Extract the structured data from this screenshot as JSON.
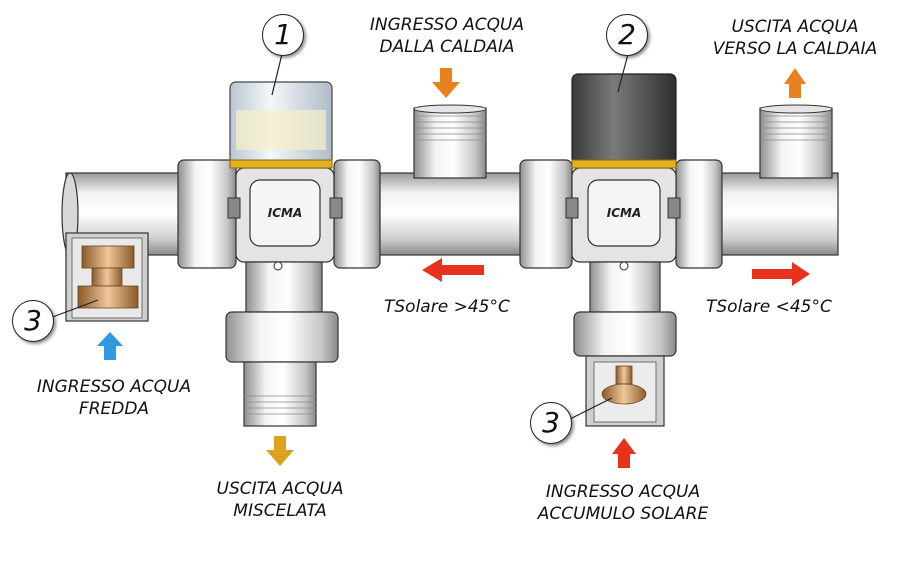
{
  "labels": {
    "inlet_boiler": [
      "INGRESSO ACQUA",
      "DALLA CALDAIA"
    ],
    "outlet_boiler": [
      "USCITA ACQUA",
      "VERSO LA CALDAIA"
    ],
    "cold_inlet": [
      "INGRESSO ACQUA",
      "FREDDA"
    ],
    "mixed_outlet": [
      "USCITA ACQUA",
      "MISCELATA"
    ],
    "solar_inlet": [
      "INGRESSO ACQUA",
      "ACCUMULO SOLARE"
    ],
    "temp_high": "TSolare >45°C",
    "temp_low": "TSolare <45°C"
  },
  "callouts": {
    "valve_1": "1",
    "valve_2": "2",
    "check_left": "3",
    "check_right": "3"
  },
  "brand": "ICMA",
  "colors": {
    "orange_arrow": "#e8821e",
    "red_arrow": "#e8321e",
    "blue_arrow": "#2e9be0",
    "gold_arrow": "#d9a21f",
    "cap_clear": "#dfe7ee",
    "cap_dark": "#555555",
    "brass": "#c9a25a"
  }
}
